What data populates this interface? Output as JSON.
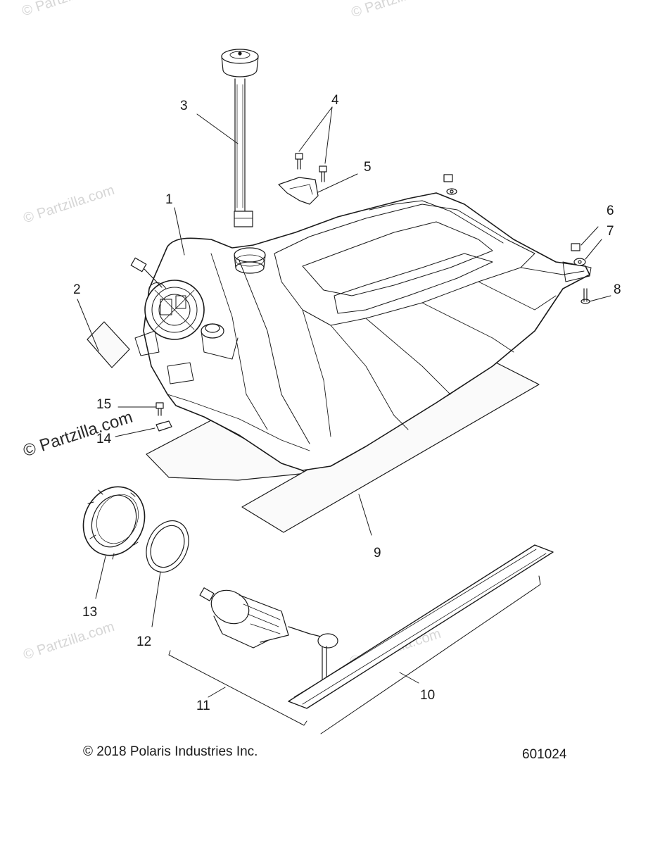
{
  "watermark": "© Partzilla.com",
  "callouts": [
    "1",
    "2",
    "3",
    "4",
    "5",
    "6",
    "7",
    "8",
    "9",
    "10",
    "11",
    "12",
    "13",
    "14",
    "15"
  ],
  "footer": {
    "copyright": "© 2018 Polaris Industries Inc.",
    "diagram_number": "601024"
  }
}
